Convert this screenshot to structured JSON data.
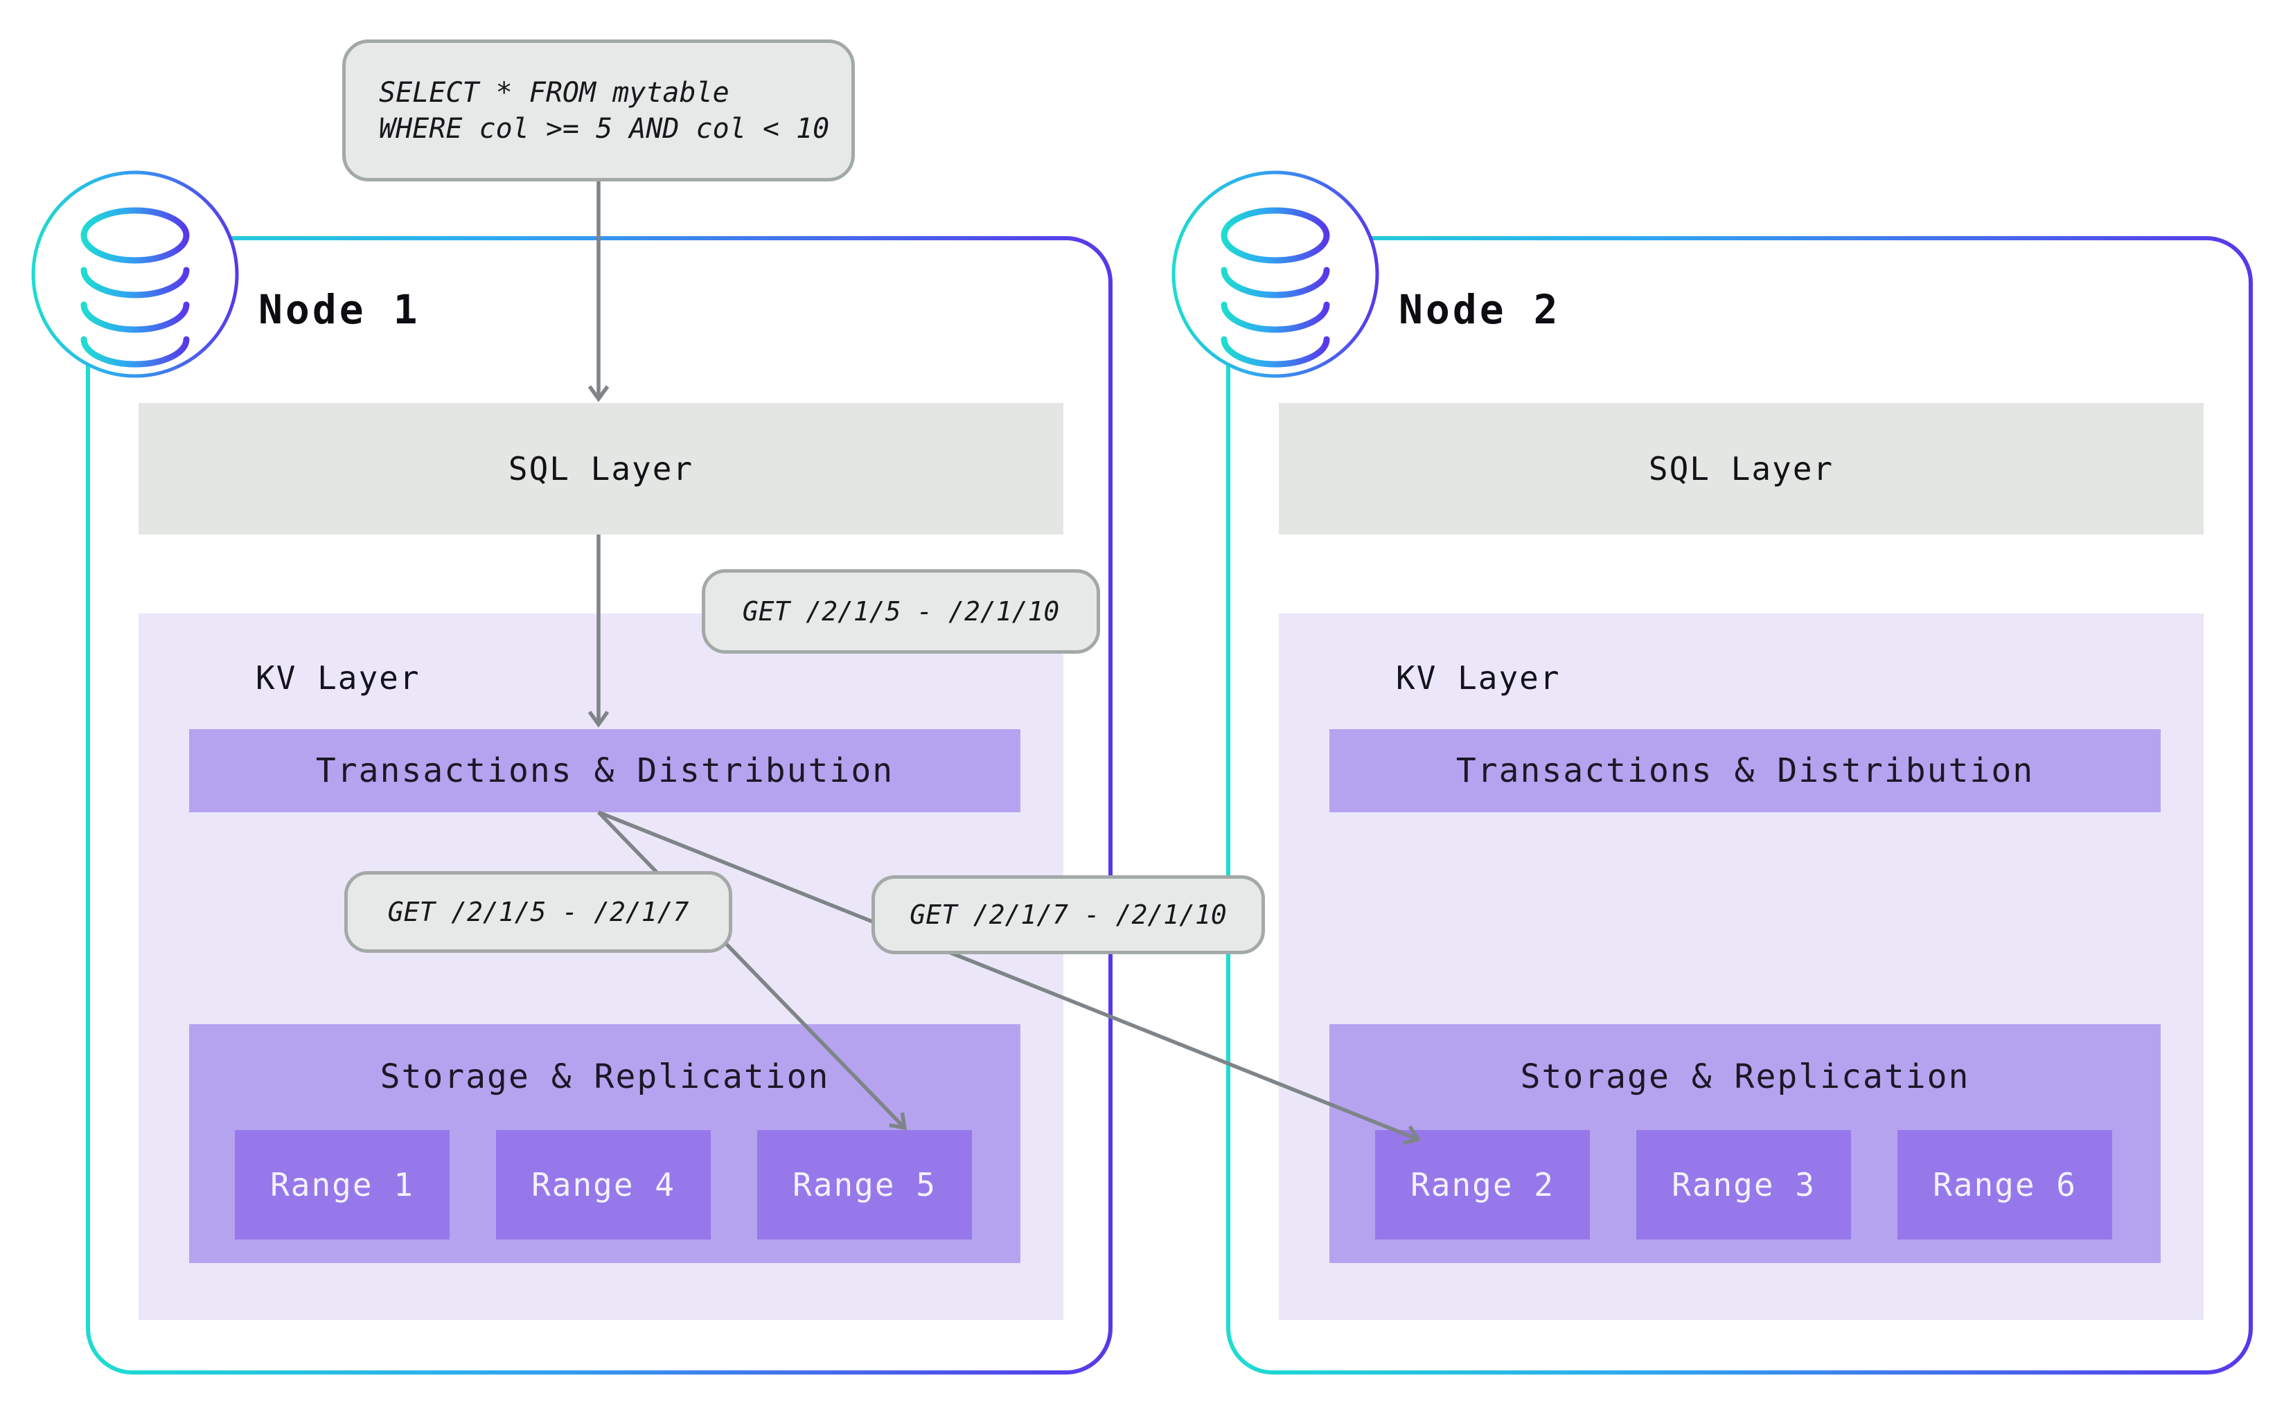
{
  "query_box": {
    "line1": "SELECT * FROM mytable",
    "line2": "WHERE col >= 5 AND col < 10"
  },
  "annotations": {
    "kv_get": "GET /2/1/5 - /2/1/10",
    "get_left": "GET /2/1/5 - /2/1/7",
    "get_right": "GET /2/1/7 - /2/1/10"
  },
  "nodes": [
    {
      "title": "Node 1",
      "sql_layer_label": "SQL Layer",
      "kv_layer_label": "KV Layer",
      "transactions_label": "Transactions & Distribution",
      "storage_label": "Storage & Replication",
      "ranges": [
        "Range 1",
        "Range 4",
        "Range 5"
      ]
    },
    {
      "title": "Node 2",
      "sql_layer_label": "SQL Layer",
      "kv_layer_label": "KV Layer",
      "transactions_label": "Transactions & Distribution",
      "storage_label": "Storage & Replication",
      "ranges": [
        "Range 2",
        "Range 3",
        "Range 6"
      ]
    }
  ],
  "icons": {
    "node_icon": "database-cylinder-icon"
  },
  "colors": {
    "node-border-start": "#1edcd0",
    "node-border-mid": "#2fa9f1",
    "node-border-end": "#5838e9",
    "gray-box-bg": "#e7e9e8",
    "gray-box-border": "#a3a8a8",
    "sql-bar-bg": "#e4e6e4",
    "kv-bg": "#ebe7f8",
    "purple-bar": "#b6a3ef",
    "range-bg": "#9678ea",
    "range-text": "#f4f1fd",
    "arrow": "#7e8488"
  }
}
